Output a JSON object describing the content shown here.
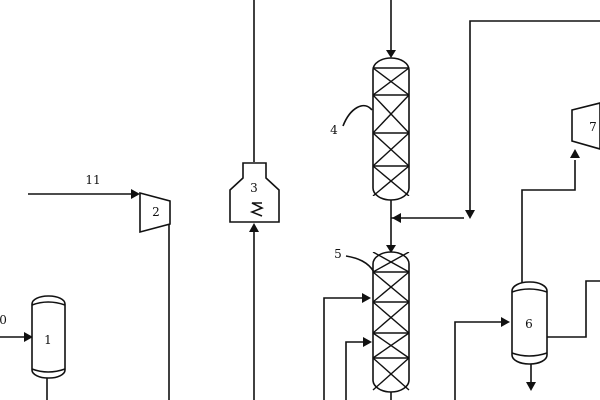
{
  "diagram": {
    "type": "process-flow-diagram",
    "labels": {
      "vessel_1": "1",
      "compressor_2": "2",
      "furnace_3": "3",
      "reactor_4": "4",
      "reactor_5": "5",
      "separator_6": "6",
      "compressor_7": "7",
      "stream_11": "11",
      "stream_10_partial": "0"
    }
  }
}
